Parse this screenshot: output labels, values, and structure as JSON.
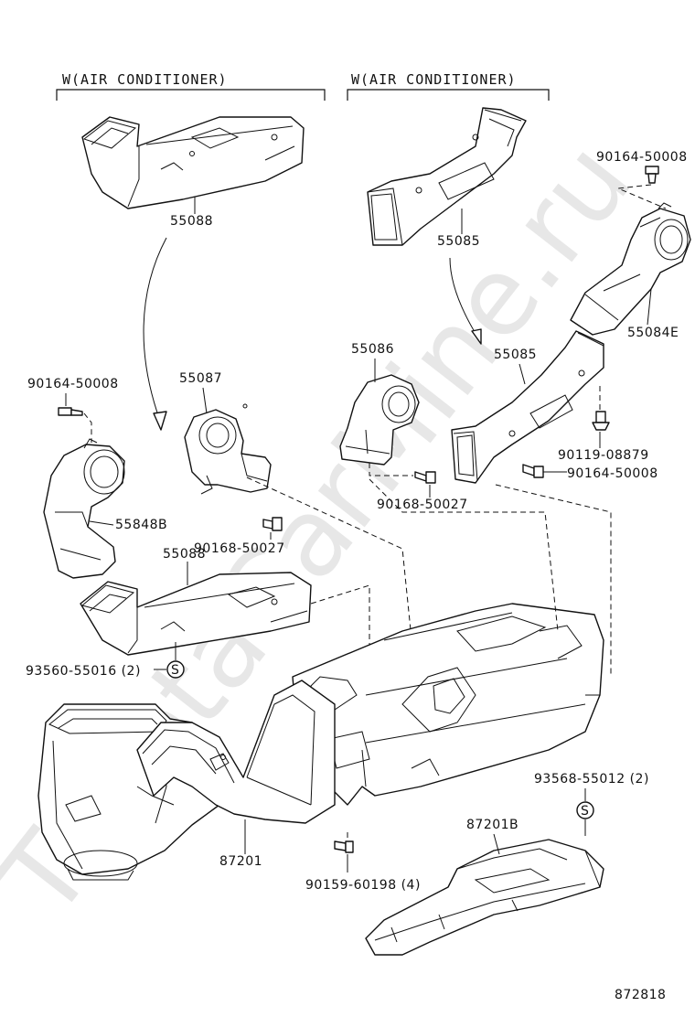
{
  "watermark": "ToyotaCarMine.ru",
  "groups": [
    {
      "id": "left",
      "label": "W(AIR CONDITIONER)"
    },
    {
      "id": "right",
      "label": "W(AIR CONDITIONER)"
    }
  ],
  "labels": {
    "p55088_top": "55088",
    "p55085_top": "55085",
    "p90164_tr": "90164-50008",
    "p55084e": "55084E",
    "p55086": "55086",
    "p55085_mid": "55085",
    "p90164_l": "90164-50008",
    "p55087": "55087",
    "p90119": "90119-08879",
    "p90164_mr": "90164-50008",
    "p90168_r": "90168-50027",
    "p55848b": "55848B",
    "p90168_l": "90168-50027",
    "p55088_bot": "55088",
    "p93560": "93560-55016 (2)",
    "p93568": "93568-55012 (2)",
    "p87201b": "87201B",
    "p87201": "87201",
    "p90159": "90159-60198 (4)",
    "diagram_id": "872818"
  },
  "symbols": {
    "s_mark": "S"
  }
}
